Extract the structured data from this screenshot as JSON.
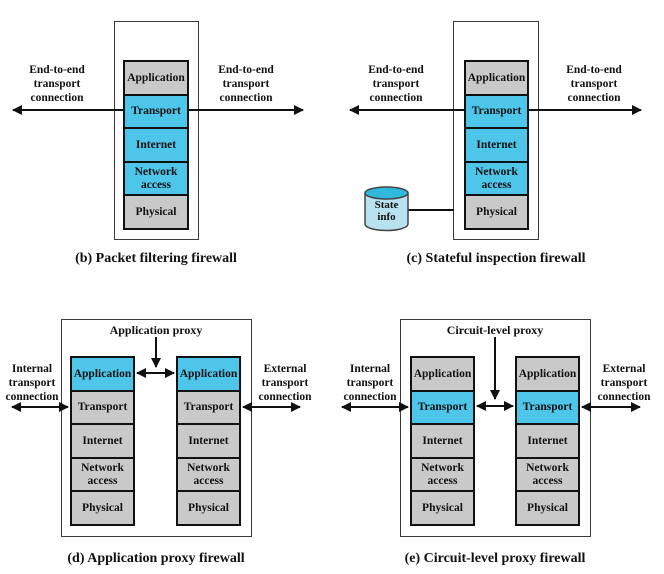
{
  "figure": {
    "description": "Firewall types protocol-stack diagram"
  },
  "colors": {
    "highlight": "#4dc6ea",
    "layer_gray": "#c9c9c9",
    "cylinder_body": "#b8e2ef",
    "cylinder_top": "#2fb9dd",
    "line": "#111111"
  },
  "panels": {
    "b": {
      "caption": "(b) Packet filtering firewall",
      "left_label": [
        "End-to-end",
        "transport",
        "connection"
      ],
      "right_label": [
        "End-to-end",
        "transport",
        "connection"
      ],
      "layers": [
        {
          "label": "Application",
          "highlighted": false
        },
        {
          "label": "Transport",
          "highlighted": true
        },
        {
          "label": "Internet",
          "highlighted": true
        },
        {
          "label": "Network access",
          "highlighted": true
        },
        {
          "label": "Physical",
          "highlighted": false
        }
      ]
    },
    "c": {
      "caption": "(c) Stateful inspection firewall",
      "left_label": [
        "End-to-end",
        "transport",
        "connection"
      ],
      "right_label": [
        "End-to-end",
        "transport",
        "connection"
      ],
      "state_info": [
        "State",
        "info"
      ],
      "layers": [
        {
          "label": "Application",
          "highlighted": false
        },
        {
          "label": "Transport",
          "highlighted": true
        },
        {
          "label": "Internet",
          "highlighted": true
        },
        {
          "label": "Network access",
          "highlighted": true
        },
        {
          "label": "Physical",
          "highlighted": false
        }
      ]
    },
    "d": {
      "caption": "(d) Application proxy firewall",
      "proxy_label": "Application proxy",
      "left_label": [
        "Internal",
        "transport",
        "connection"
      ],
      "right_label": [
        "External",
        "transport",
        "connection"
      ],
      "left_stack": [
        {
          "label": "Application",
          "highlighted": true
        },
        {
          "label": "Transport",
          "highlighted": false
        },
        {
          "label": "Internet",
          "highlighted": false
        },
        {
          "label": "Network access",
          "highlighted": false
        },
        {
          "label": "Physical",
          "highlighted": false
        }
      ],
      "right_stack": [
        {
          "label": "Application",
          "highlighted": true
        },
        {
          "label": "Transport",
          "highlighted": false
        },
        {
          "label": "Internet",
          "highlighted": false
        },
        {
          "label": "Network access",
          "highlighted": false
        },
        {
          "label": "Physical",
          "highlighted": false
        }
      ]
    },
    "e": {
      "caption": "(e) Circuit-level proxy firewall",
      "proxy_label": "Circuit-level proxy",
      "left_label": [
        "Internal",
        "transport",
        "connection"
      ],
      "right_label": [
        "External",
        "transport",
        "connection"
      ],
      "left_stack": [
        {
          "label": "Application",
          "highlighted": false
        },
        {
          "label": "Transport",
          "highlighted": true
        },
        {
          "label": "Internet",
          "highlighted": false
        },
        {
          "label": "Network access",
          "highlighted": false
        },
        {
          "label": "Physical",
          "highlighted": false
        }
      ],
      "right_stack": [
        {
          "label": "Application",
          "highlighted": false
        },
        {
          "label": "Transport",
          "highlighted": true
        },
        {
          "label": "Internet",
          "highlighted": false
        },
        {
          "label": "Network access",
          "highlighted": false
        },
        {
          "label": "Physical",
          "highlighted": false
        }
      ]
    }
  }
}
